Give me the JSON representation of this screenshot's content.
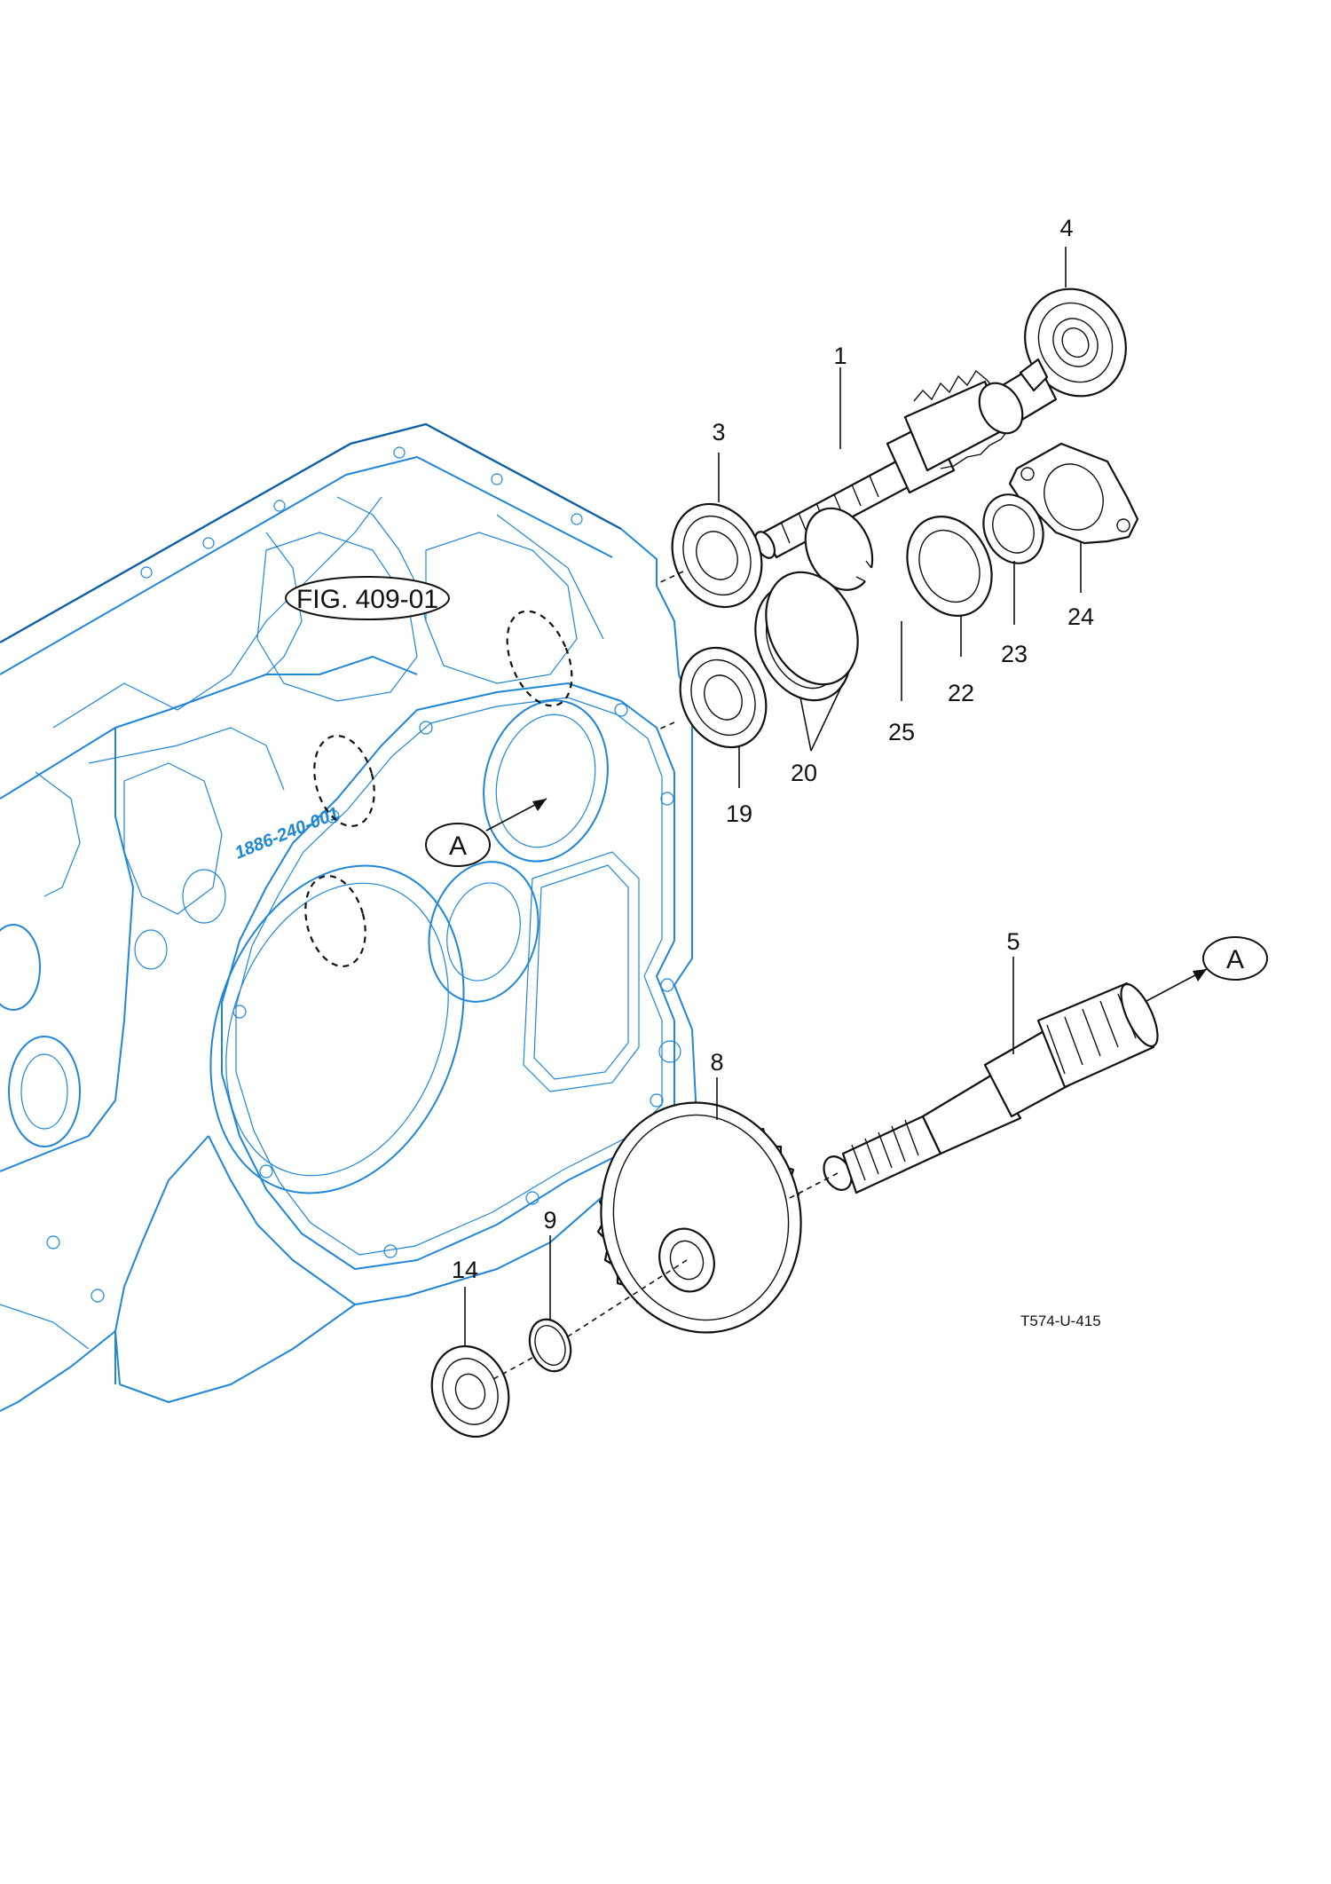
{
  "figure_ref": "FIG. 409-01",
  "housing_stamp": "1886-240-001",
  "view_marker": "A",
  "drawing_code": "T574-U-415",
  "callouts": {
    "c1": "1",
    "c3": "3",
    "c4": "4",
    "c5": "5",
    "c8": "8",
    "c9": "9",
    "c14": "14",
    "c19": "19",
    "c20": "20",
    "c22": "22",
    "c23": "23",
    "c24": "24",
    "c25": "25"
  },
  "colors": {
    "housing_line": "#1f86d8",
    "part_line": "#111111"
  }
}
